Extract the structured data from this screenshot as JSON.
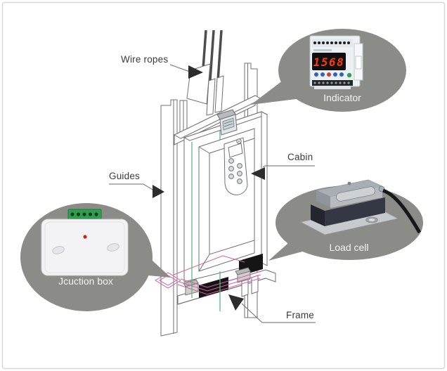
{
  "diagram": {
    "part_labels": {
      "wire_ropes": "Wire ropes",
      "guides": "Guides",
      "cabin": "Cabin",
      "frame": "Frame"
    },
    "callouts": {
      "indicator": {
        "label": "Indicator"
      },
      "load_cell": {
        "label": "Load cell"
      },
      "junction_box": {
        "label": "Jcuction box"
      }
    },
    "indicator_device": {
      "display_value": "1568"
    },
    "colors": {
      "callout_bubble": "#8b8b87",
      "line_art": "#707070",
      "signal_wire_pink": "#d4619e",
      "signal_wire_green": "#5cb584",
      "display_digits": "#ff3b00",
      "terminal_block_green": "#2f9e4f",
      "led_red": "#c8281e"
    }
  }
}
